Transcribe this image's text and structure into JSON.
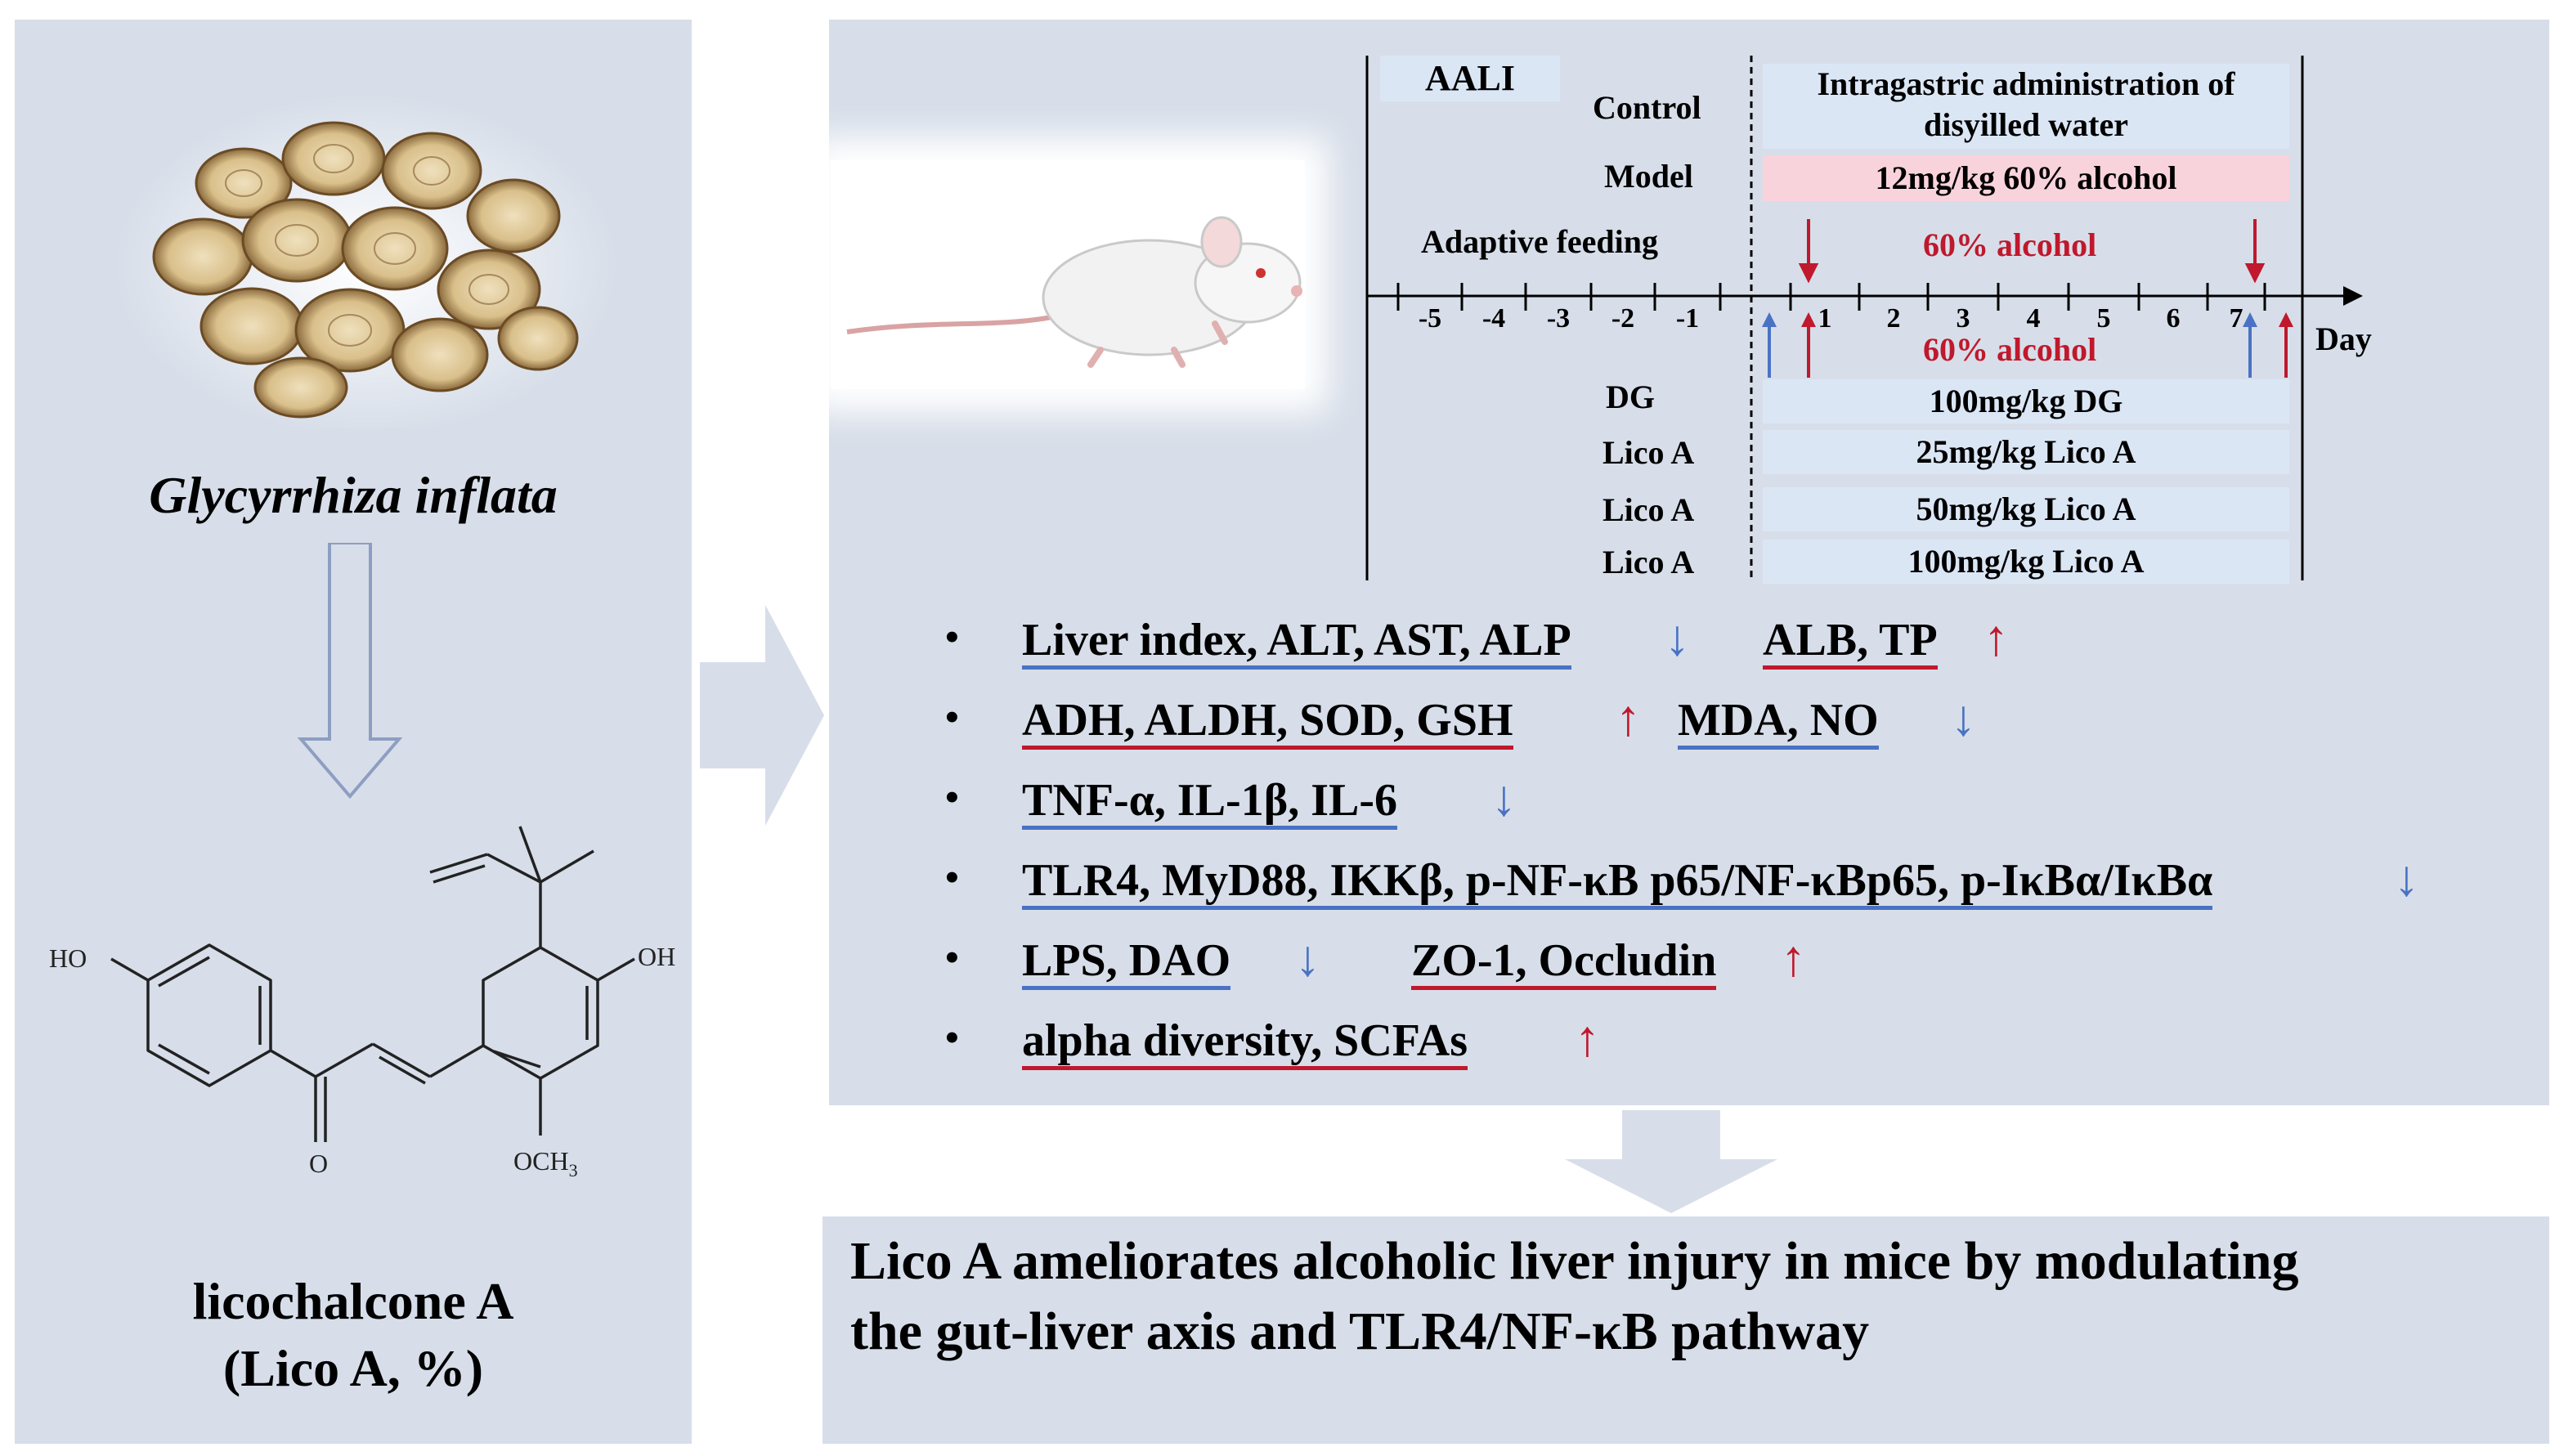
{
  "left": {
    "species": "Glycyrrhiza inflata",
    "compound_name": "licochalcone A",
    "compound_abbrev": "(Lico A, %)",
    "structure_labels": {
      "ho": "HO",
      "oh": "OH",
      "o": "O",
      "och3": "OCH",
      "och3_sub": "3"
    }
  },
  "timeline": {
    "model_label": "AALI",
    "groups": {
      "control": "Control",
      "model": "Model",
      "adaptive": "Adaptive feeding",
      "dg": "DG",
      "lico1": "Lico A",
      "lico2": "Lico A",
      "lico3": "Lico A"
    },
    "treatments": {
      "control_line1": "Intragastric administration of",
      "control_line2": "disyilled water",
      "model": "12mg/kg 60% alcohol",
      "alcohol_top": "60% alcohol",
      "alcohol_bottom": "60% alcohol",
      "dg": "100mg/kg DG",
      "lico1": "25mg/kg Lico A",
      "lico2": "50mg/kg Lico A",
      "lico3": "100mg/kg Lico A"
    },
    "ticks": [
      "-5",
      "-4",
      "-3",
      "-2",
      "-1",
      "1",
      "2",
      "3",
      "4",
      "5",
      "6",
      "7"
    ],
    "axis_label": "Day"
  },
  "findings": [
    {
      "segments": [
        {
          "text": "Liver index, ALT,  AST,  ALP",
          "underline": "#4a72c4"
        },
        {
          "text": "↓",
          "color": "#4a72c4"
        },
        {
          "text": "ALB, TP",
          "underline": "#c0182c"
        },
        {
          "text": "↑",
          "color": "#c0182c"
        }
      ]
    },
    {
      "segments": [
        {
          "text": "ADH, ALDH, SOD, GSH",
          "underline": "#c0182c"
        },
        {
          "text": "↑",
          "color": "#c0182c"
        },
        {
          "text": "MDA, NO",
          "underline": "#4a72c4"
        },
        {
          "text": "↓",
          "color": "#4a72c4"
        }
      ]
    },
    {
      "segments": [
        {
          "text": "TNF-α, IL-1β, IL-6",
          "underline": "#4a72c4"
        },
        {
          "text": "↓",
          "color": "#4a72c4"
        }
      ]
    },
    {
      "segments": [
        {
          "text": "TLR4, MyD88, IKKβ, p-NF-κB p65/NF-κBp65, p-IκBα/IκBα",
          "underline": "#4a72c4"
        },
        {
          "text": "↓",
          "color": "#4a72c4"
        }
      ]
    },
    {
      "segments": [
        {
          "text": "LPS, DAO",
          "underline": "#4a72c4"
        },
        {
          "text": "↓",
          "color": "#4a72c4"
        },
        {
          "text": "ZO-1, Occludin",
          "underline": "#c0182c"
        },
        {
          "text": "↑",
          "color": "#c0182c"
        }
      ]
    },
    {
      "segments": [
        {
          "text": "alpha diversity, SCFAs",
          "underline": "#c0182c"
        },
        {
          "text": "↑",
          "color": "#c0182c"
        }
      ]
    }
  ],
  "conclusion": {
    "line1": "Lico A ameliorates alcoholic liver injury in mice by modulating",
    "line2": "the gut-liver axis and TLR4/NF-κB pathway"
  },
  "colors": {
    "panel": "#d7dee9",
    "increase": "#c0182c",
    "decrease": "#4a72c4",
    "model_box": "#f9d3dc",
    "treatment_box": "#dbe6f5",
    "arrow": "#d7dee9"
  },
  "icons": [
    "licorice-slices-image",
    "down-outline-arrow-icon",
    "chemical-structure-icon",
    "mouse-image",
    "right-block-arrow-icon",
    "down-block-arrow-icon",
    "up-arrow-icon",
    "down-arrow-icon"
  ]
}
